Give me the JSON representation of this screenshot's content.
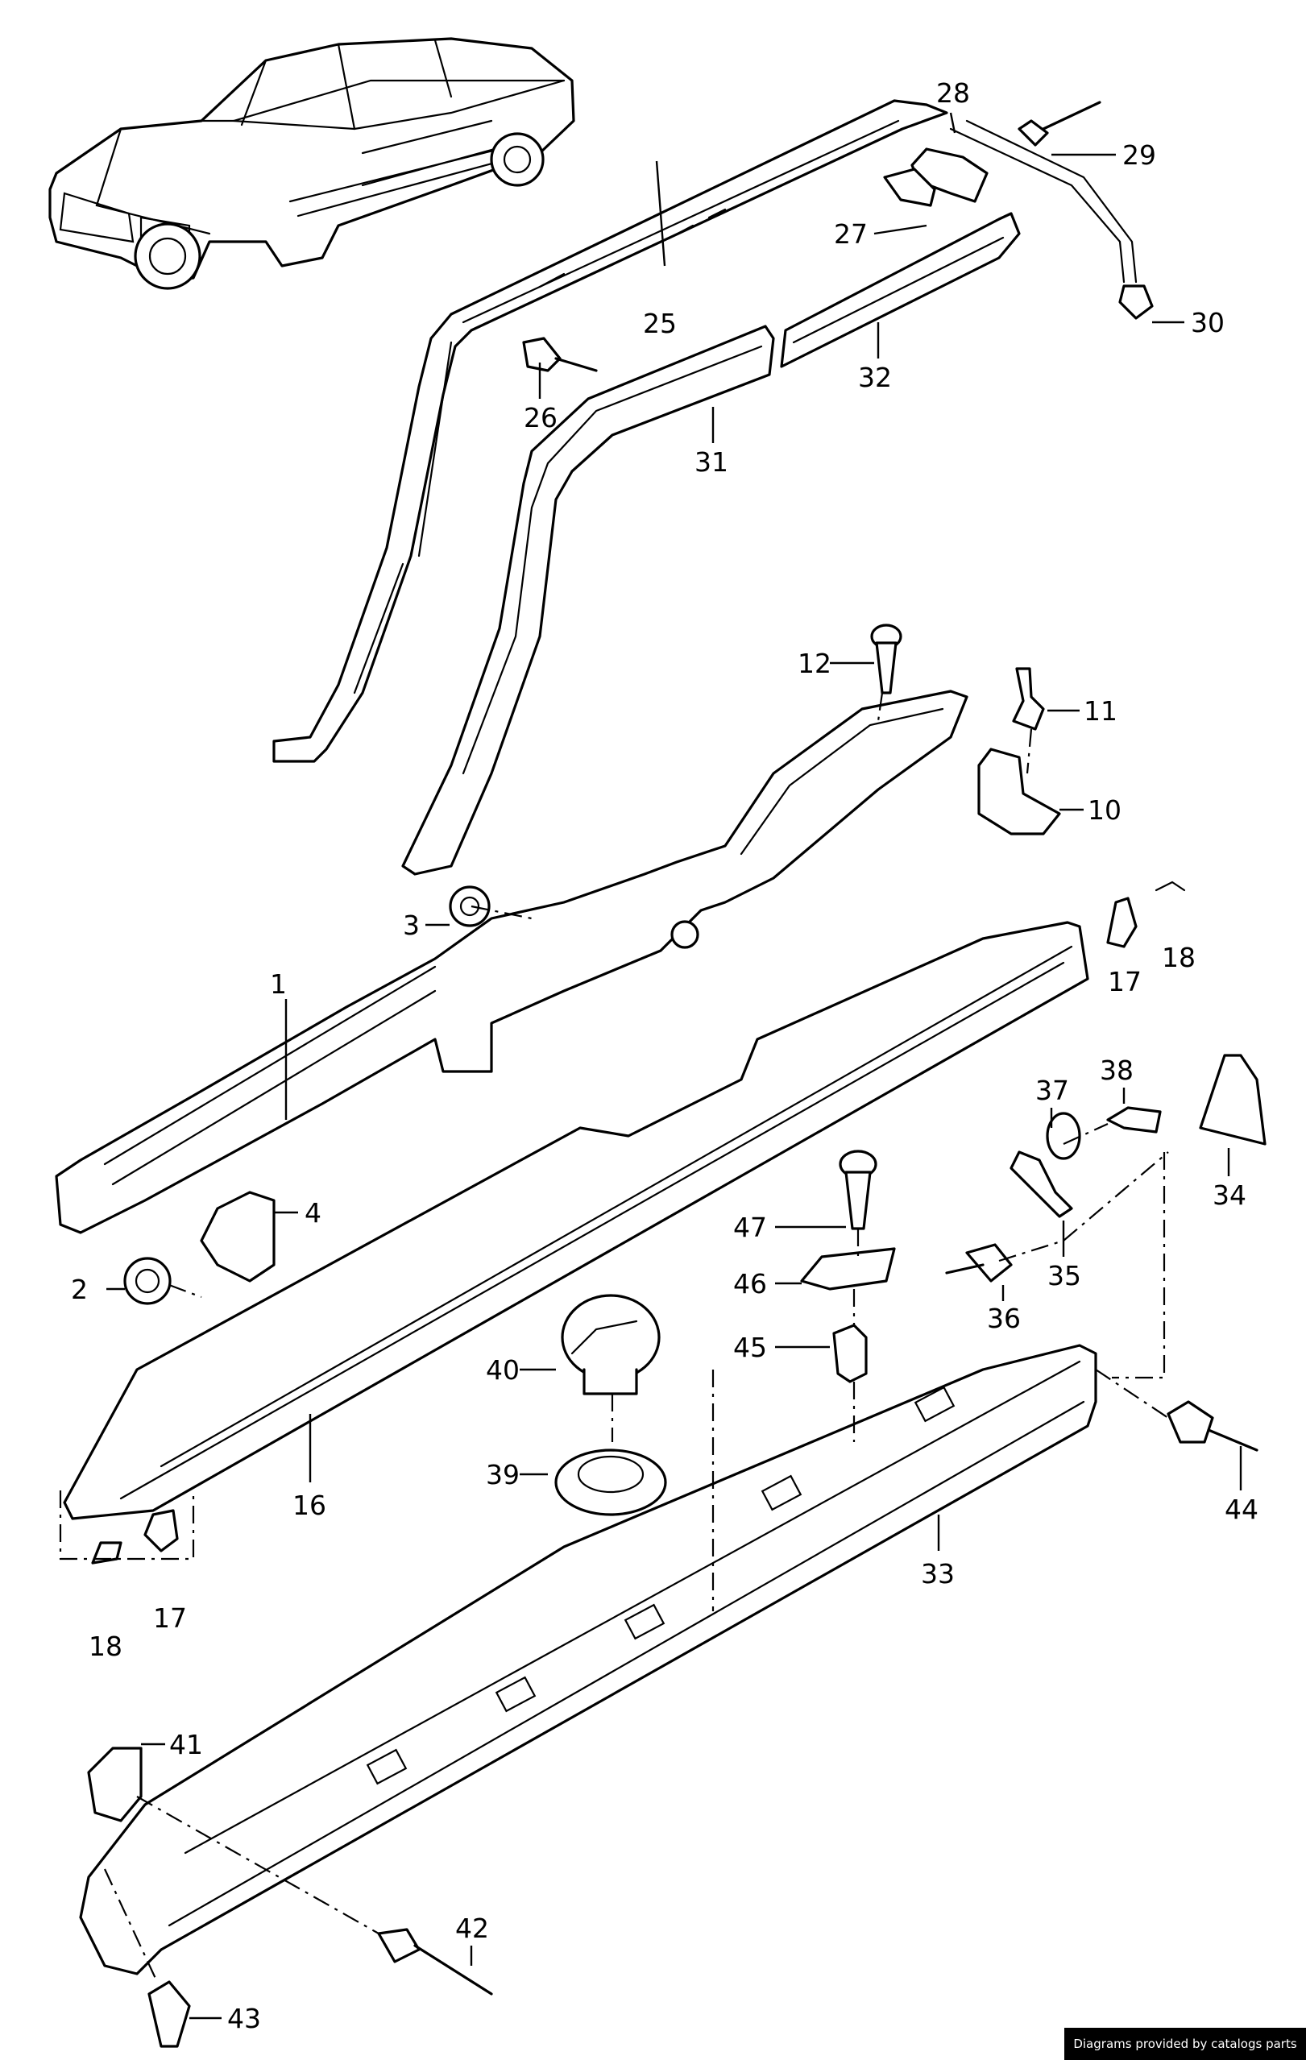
{
  "diagram": {
    "callouts": [
      {
        "id": "c1",
        "label": "1"
      },
      {
        "id": "c2",
        "label": "2"
      },
      {
        "id": "c3",
        "label": "3"
      },
      {
        "id": "c4",
        "label": "4"
      },
      {
        "id": "c10",
        "label": "10"
      },
      {
        "id": "c11",
        "label": "11"
      },
      {
        "id": "c12",
        "label": "12"
      },
      {
        "id": "c16",
        "label": "16"
      },
      {
        "id": "c17a",
        "label": "17"
      },
      {
        "id": "c17b",
        "label": "17"
      },
      {
        "id": "c18a",
        "label": "18"
      },
      {
        "id": "c18b",
        "label": "18"
      },
      {
        "id": "c25",
        "label": "25"
      },
      {
        "id": "c26",
        "label": "26"
      },
      {
        "id": "c27",
        "label": "27"
      },
      {
        "id": "c28",
        "label": "28"
      },
      {
        "id": "c29",
        "label": "29"
      },
      {
        "id": "c30",
        "label": "30"
      },
      {
        "id": "c31",
        "label": "31"
      },
      {
        "id": "c32",
        "label": "32"
      },
      {
        "id": "c33",
        "label": "33"
      },
      {
        "id": "c34",
        "label": "34"
      },
      {
        "id": "c35",
        "label": "35"
      },
      {
        "id": "c36",
        "label": "36"
      },
      {
        "id": "c37",
        "label": "37"
      },
      {
        "id": "c38",
        "label": "38"
      },
      {
        "id": "c39",
        "label": "39"
      },
      {
        "id": "c40",
        "label": "40"
      },
      {
        "id": "c41",
        "label": "41"
      },
      {
        "id": "c42",
        "label": "42"
      },
      {
        "id": "c43",
        "label": "43"
      },
      {
        "id": "c44",
        "label": "44"
      },
      {
        "id": "c45",
        "label": "45"
      },
      {
        "id": "c46",
        "label": "46"
      },
      {
        "id": "c47",
        "label": "47"
      }
    ]
  },
  "credit": {
    "text": "Diagrams provided by catalogs parts"
  },
  "colors": {
    "line": "#000000",
    "background": "#ffffff",
    "credit_bg": "#000000",
    "credit_text": "#ffffff"
  }
}
